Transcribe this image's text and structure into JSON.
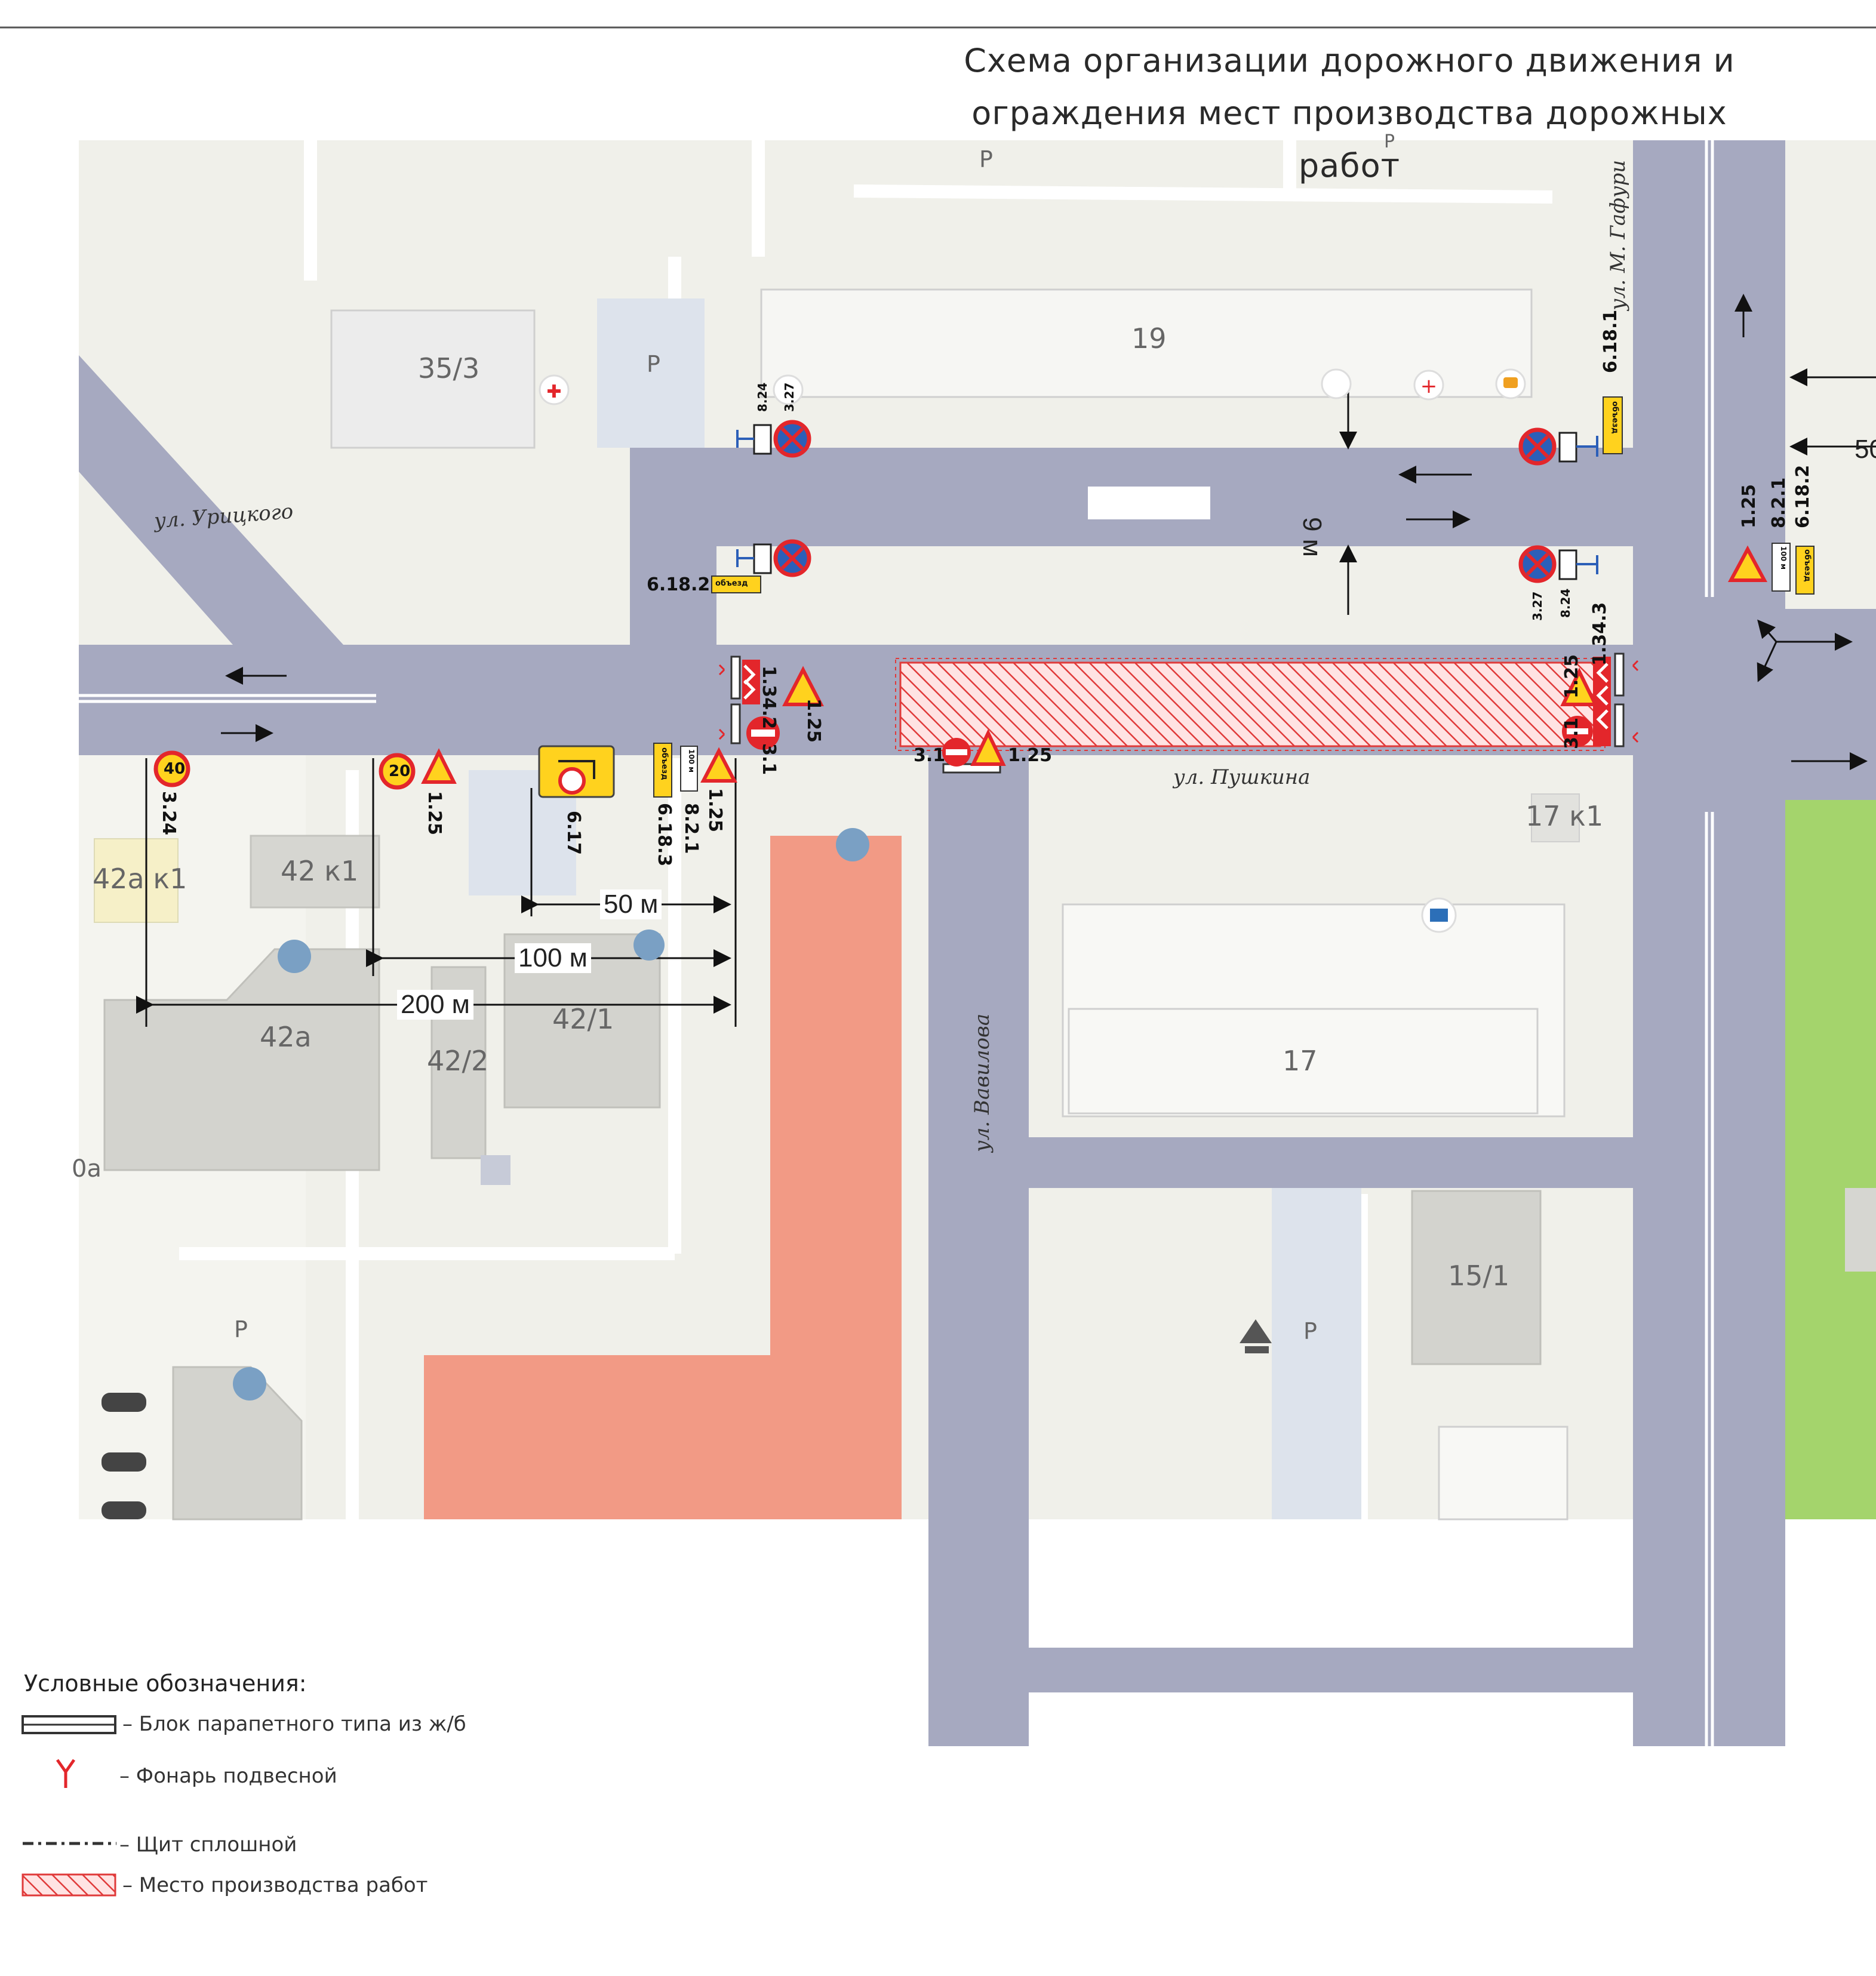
{
  "title": {
    "line1": "Схема организации дорожного движения и",
    "line2": "ограждения мест производства дорожных работ"
  },
  "streets": {
    "uritskogo": "ул. Урицкого",
    "gafuri": "ул. М. Гафури",
    "pushkina": "ул. Пушкина",
    "vavilova": "ул. Вавилова"
  },
  "buildings": {
    "b35_3": "35/3",
    "b19": "19",
    "b42a_k1": "42а к1",
    "b42_k1": "42 к1",
    "b42a": "42а",
    "b42_1": "42/1",
    "b42_2": "42/2",
    "b17_k1": "17 к1",
    "b17": "17",
    "b15_1": "15/1",
    "cut_left": "0а"
  },
  "parking": [
    "Р",
    "Р",
    "Р",
    "Р",
    "Р"
  ],
  "dimensions": {
    "width_9m": "9 м",
    "d50": "50 м",
    "d100": "100 м",
    "d200": "200 м",
    "d50_right": "50"
  },
  "signs": {
    "s824_a": "8.24",
    "s327_a": "3.27",
    "s6181": "6.18.1",
    "s6182_left": "6.18.2",
    "s327_b": "3.27",
    "s824_b": "8.24",
    "s125_right": "1.25",
    "s821_right": "8.2.1",
    "s6182_right": "6.18.2",
    "s1342": "1.34.2",
    "s125_a": "1.25",
    "s31_a": "3.1",
    "s31_b": "3.1",
    "s125_b": "1.25",
    "s1343": "1.34.3",
    "s125_c": "1.25",
    "s31_c": "3.1",
    "s324": "3.24",
    "s125_d": "1.25",
    "s617": "6.17",
    "s6183": "6.18.3",
    "s821": "8.2.1",
    "s125_e": "1.25",
    "speed40": "40",
    "speed20": "20",
    "obezd": "объезд",
    "m100": "100 м"
  },
  "legend": {
    "title": "Условные обозначения:",
    "items": [
      "– Блок парапетного типа из ж/б",
      "– Фонарь подвесной",
      "– Щит сплошной",
      "– Место производства работ"
    ]
  },
  "colors": {
    "road": "#a6a9c0",
    "block": "#eeeeea",
    "building": "#d9d9d4",
    "parking": "#dde3ec",
    "work_red": "#e03a3a",
    "salmon": "#f29a85",
    "green": "#a4d46c",
    "sign_yellow": "#ffd21e",
    "sign_red": "#e3262b",
    "sign_blue": "#2c5fb8"
  }
}
